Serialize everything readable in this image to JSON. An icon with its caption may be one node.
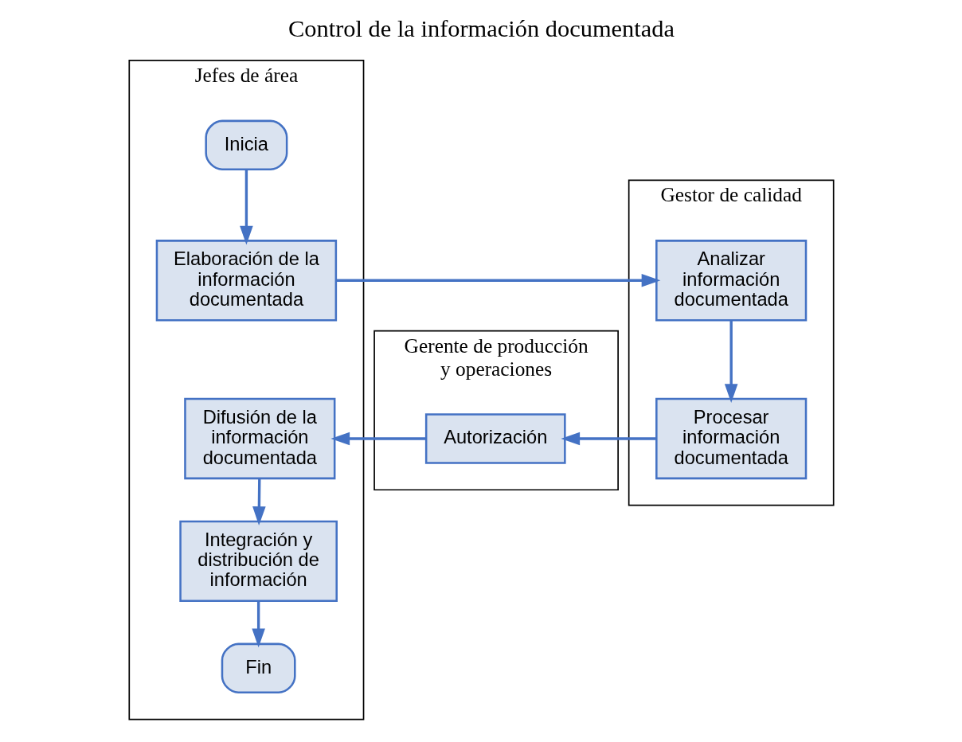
{
  "diagram": {
    "title": "Control de la información documentada",
    "nodes": [
      {
        "text": [
          "Jefes de área"
        ]
      },
      {
        "text": [
          "Inicia"
        ],
        "in": 0
      },
      {
        "text": [
          "Elaboración de la información documentada"
        ],
        "in": 0
      },
      {
        "text": [
          "Difusión de la información documentada"
        ],
        "in": 0
      },
      {
        "text": [
          "Integración y distribución de información"
        ],
        "in": 0
      },
      {
        "text": [
          "Fin"
        ],
        "in": 0
      },
      {
        "text": [
          "Gerente de producción y operaciones"
        ]
      },
      {
        "text": [
          "Autorización"
        ],
        "in": 6
      },
      {
        "text": [
          "Gestor de calidad"
        ]
      },
      {
        "text": [
          "Analizar información documentada"
        ],
        "in": 8
      },
      {
        "text": [
          "Procesar información documentada"
        ],
        "in": 8
      }
    ],
    "edges": [
      {
        "from": 1,
        "to": 2,
        "arrow": "to"
      },
      {
        "from": 2,
        "to": 9,
        "arrow": "to"
      },
      {
        "from": 9,
        "to": 10,
        "arrow": "to"
      },
      {
        "from": 10,
        "to": 7,
        "arrow": "to"
      },
      {
        "from": 7,
        "to": 3,
        "arrow": "to"
      },
      {
        "from": 3,
        "to": 4,
        "arrow": "to"
      },
      {
        "from": 4,
        "to": 5,
        "arrow": "to"
      }
    ]
  }
}
